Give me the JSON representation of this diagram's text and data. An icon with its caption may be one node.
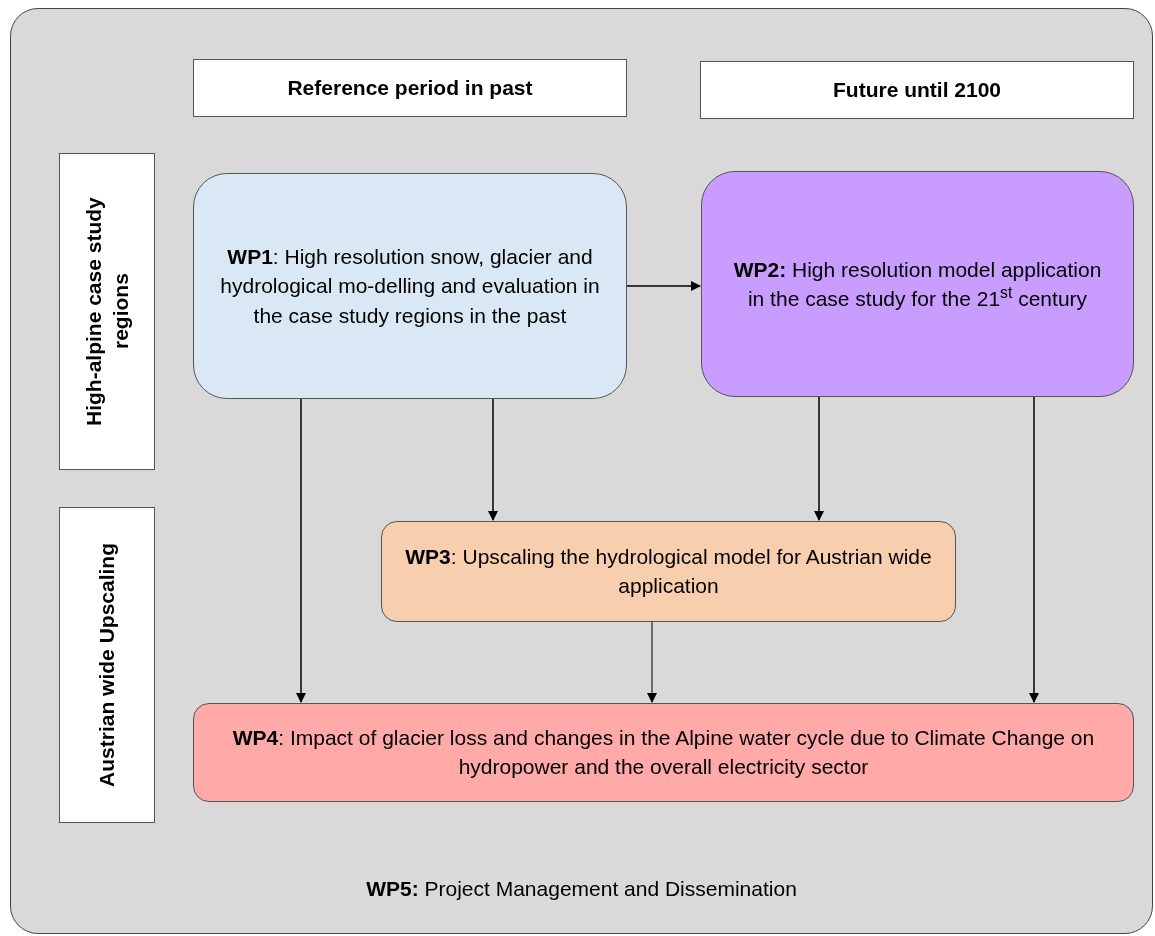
{
  "diagram": {
    "nodes": [
      {
        "text": [
          "**WP5:** Project Management and Dissemination"
        ]
      },
      {
        "text": [
          "Reference period in past"
        ],
        "in": 0
      },
      {
        "text": [
          "Future until 2100"
        ],
        "in": 0
      },
      {
        "text": [
          "High-alpine case study regions"
        ],
        "in": 0
      },
      {
        "text": [
          "Austrian wide Upscaling"
        ],
        "in": 0
      },
      {
        "text": [
          "**WP1**: High resolution snow, glacier and hydrological mo-delling and evaluation in the case study regions in the past"
        ],
        "in": 0
      },
      {
        "text": [
          "**WP2:** High resolution model application in the case study for the 21$^{st}$ century"
        ],
        "in": 0
      },
      {
        "text": [
          "**WP3**: Upscaling the hydrological model for Austrian wide application"
        ],
        "in": 0
      },
      {
        "text": [
          "**WP4**: Impact of glacier loss and changes in the Alpine water cycle due to Climate Change on hydropower and the overall electricity sector"
        ],
        "in": 0
      }
    ],
    "edges": [
      {
        "from": 5,
        "to": 6,
        "arrow": "to"
      },
      {
        "from": 5,
        "to": 8,
        "arrow": "to"
      },
      {
        "from": 5,
        "to": 7,
        "arrow": "to"
      },
      {
        "from": 6,
        "to": 7,
        "arrow": "to"
      },
      {
        "from": 6,
        "to": 8,
        "arrow": "to"
      },
      {
        "from": 7,
        "to": 8,
        "arrow": "to"
      }
    ]
  }
}
